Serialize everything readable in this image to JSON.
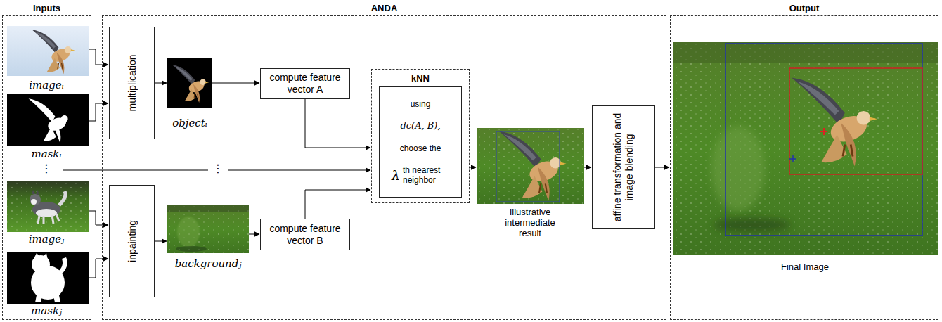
{
  "diagram": {
    "nodes": [
      {
        "text": [
          "Inputs"
        ]
      },
      {
        "text": [
          "ANDA"
        ]
      },
      {
        "text": [
          "multiplication"
        ],
        "in": 1
      },
      {
        "text": [
          "compute feature vector A"
        ],
        "in": 1
      },
      {
        "text": [
          "kNN"
        ],
        "in": 1
      },
      {
        "text": [
          "using",
          "dc(A, B),",
          "choose the",
          "λ",
          "th nearest neighbor"
        ],
        "in": 4
      },
      {
        "text": [
          "inpainting"
        ],
        "in": 1
      },
      {
        "text": [
          "compute feature vector B"
        ],
        "in": 1
      },
      {
        "text": [
          "affine transformation and image blending"
        ],
        "in": 1
      },
      {
        "text": [
          "Output"
        ]
      }
    ],
    "edges": [
      {
        "from": 3,
        "to": 4,
        "arrow": "to"
      },
      {
        "from": 7,
        "to": 4,
        "arrow": "to"
      },
      {
        "from": 8,
        "to": 9,
        "arrow": "to"
      }
    ],
    "labels": [
      "imageᵢ",
      "maskᵢ",
      "⋮",
      "imageⱼ",
      "maskⱼ",
      "objectᵢ",
      "⋮",
      "backgroundⱼ",
      "Illustrative intermediate result",
      "Final Image"
    ]
  }
}
